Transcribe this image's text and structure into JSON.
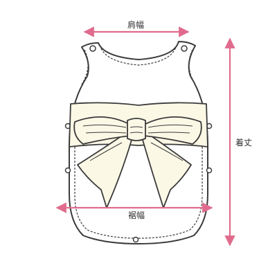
{
  "labels": {
    "shoulder_width": "肩幅",
    "total_length": "着丈",
    "hem_width": "裾幅"
  },
  "colors": {
    "dimension_arrow": "#e06b8d",
    "outline": "#3a3a3a",
    "ribbon_fill": "#fcf8e6"
  }
}
